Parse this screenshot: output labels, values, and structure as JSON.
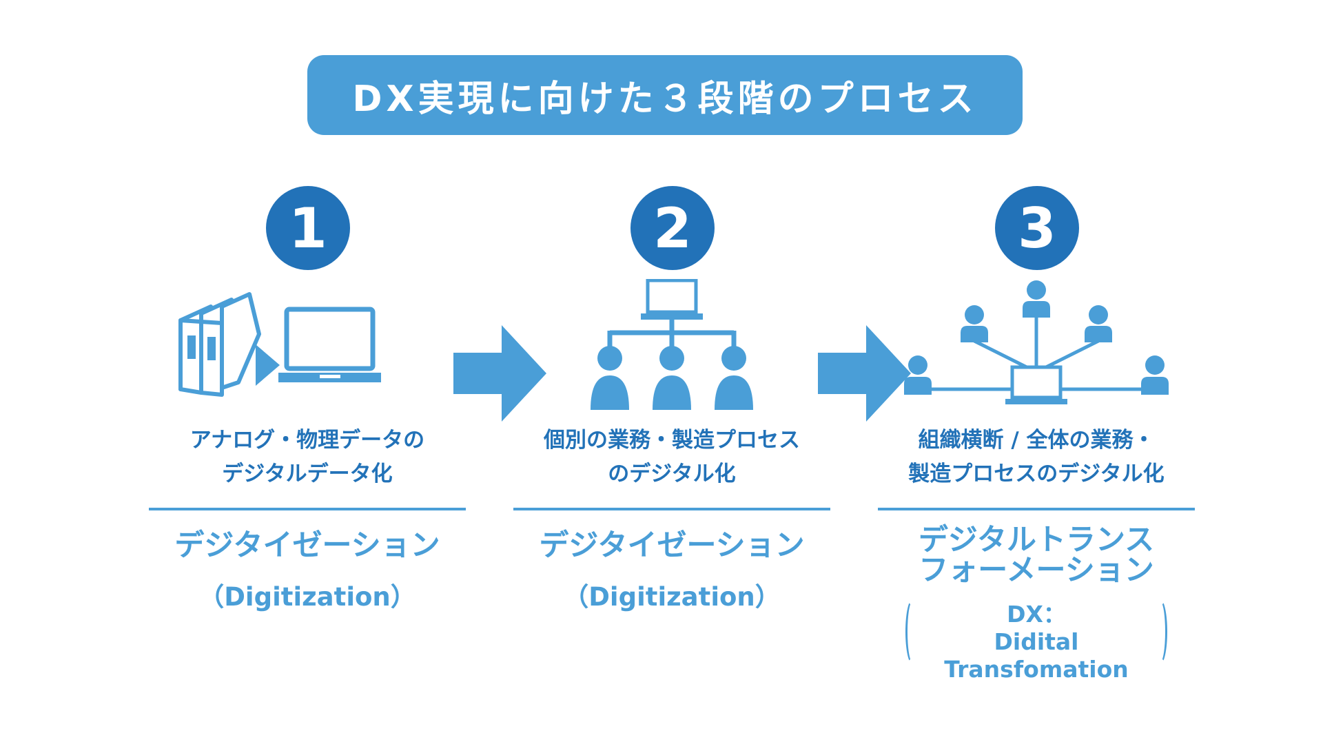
{
  "title": "DX実現に向けた３段階のプロセス",
  "colors": {
    "banner": "#4a9ed7",
    "circle": "#2272b8",
    "icon": "#4a9ed7",
    "text_dark": "#2272b8",
    "text_light": "#4a9ed7"
  },
  "steps": [
    {
      "number": "1",
      "icon": "paper-files-to-laptop-icon",
      "desc_line1": "アナログ・物理データの",
      "desc_line2": "デジタルデータ化",
      "stage_line1": "デジタイゼーション",
      "stage_sub": "（Digitization）"
    },
    {
      "number": "2",
      "icon": "laptop-network-people-icon",
      "desc_line1": "個別の業務・製造プロセス",
      "desc_line2": "のデジタル化",
      "stage_line1": "デジタイゼーション",
      "stage_sub": "（Digitization）"
    },
    {
      "number": "3",
      "icon": "laptop-hub-people-icon",
      "desc_line1": "組織横断 / 全体の業務・",
      "desc_line2": "製造プロセスのデジタル化",
      "stage_line1": "デジタルトランス",
      "stage_line2": "フォーメーション",
      "stage_sub_line1": "DX：",
      "stage_sub_line2": "Didital Transfomation"
    }
  ],
  "arrows": [
    "right-arrow-icon",
    "right-arrow-icon"
  ]
}
